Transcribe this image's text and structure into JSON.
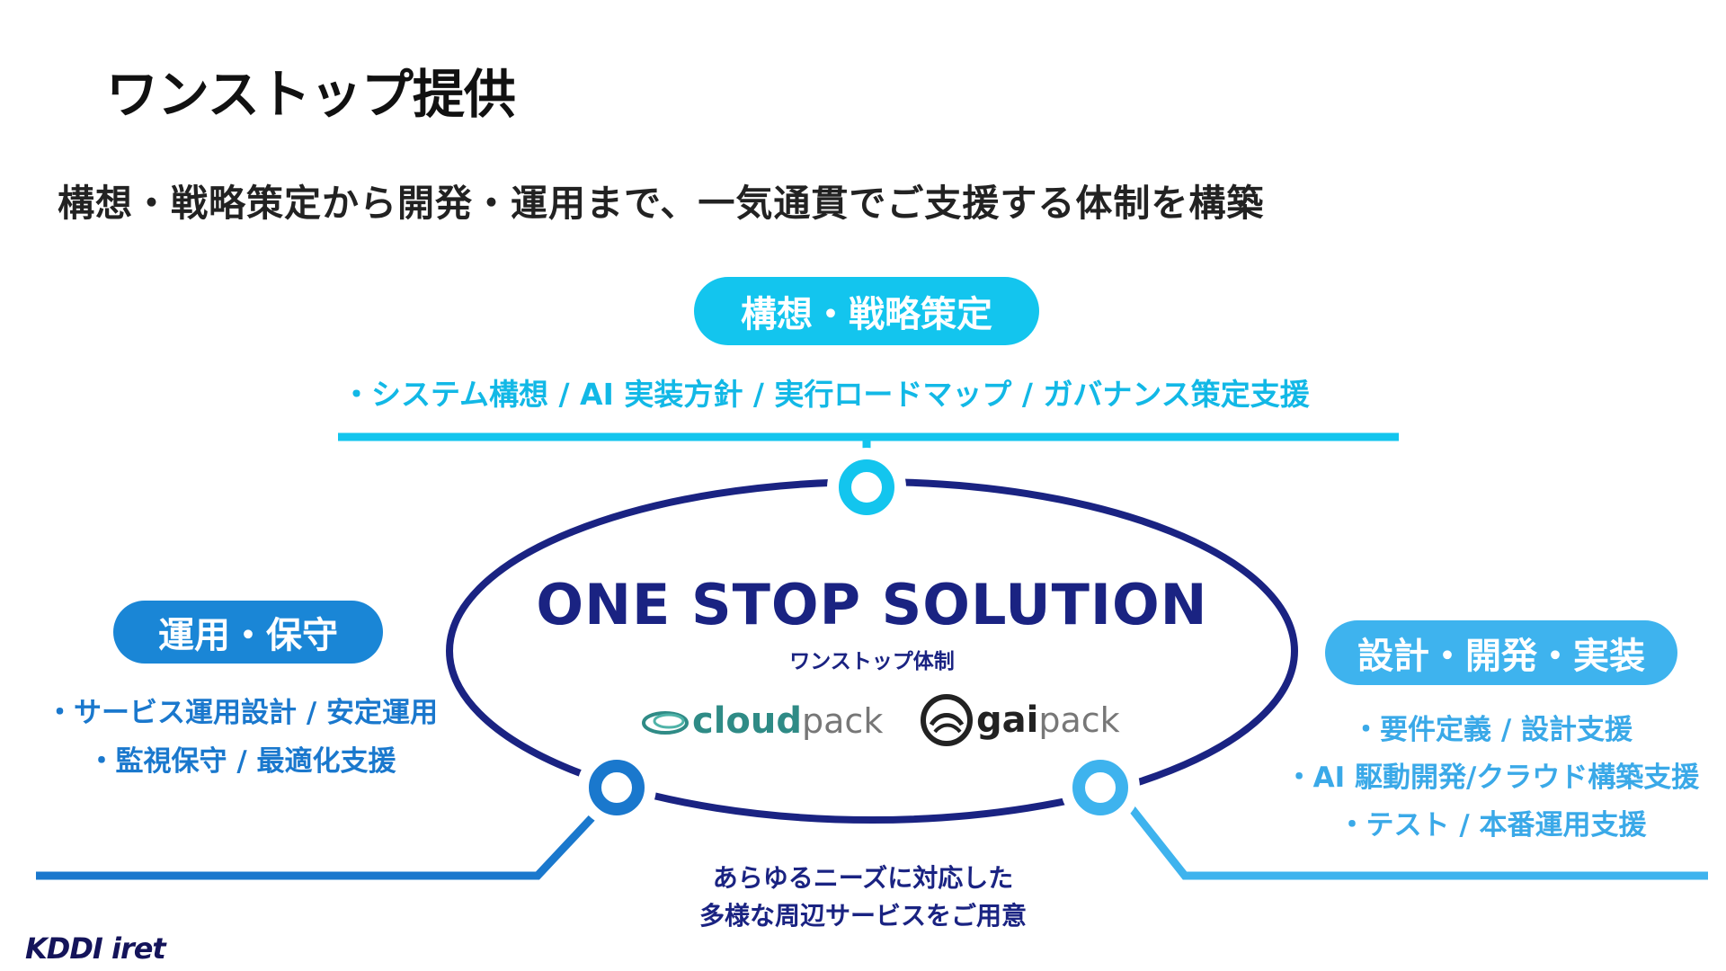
{
  "title": "ワンストップ提供",
  "subtitle": "構想・戦略策定から開発・運用まで、一気通貫でご支援する体制を構築",
  "center": {
    "title": "ONE STOP SOLUTION",
    "subtitle": "ワンストップ体制",
    "logos": [
      {
        "name": "cloudpack-logo",
        "bold": "cloud",
        "light": "pack"
      },
      {
        "name": "gaipack-logo",
        "bold": "gai",
        "light": "pack"
      }
    ]
  },
  "phases": {
    "top": {
      "label": "構想・戦略策定",
      "items": "・システム構想 / AI 実装方針 / 実行ロードマップ / ガバナンス策定支援",
      "color": "#13c5ee"
    },
    "left": {
      "label": "運用・保守",
      "items": [
        "・サービス運用設計 / 安定運用",
        "・監視保守 / 最適化支援"
      ],
      "color": "#1a86d6"
    },
    "right": {
      "label": "設計・開発・実装",
      "items": [
        "・要件定義 / 設計支援",
        "・AI 駆動開発/クラウド構築支援",
        "・テスト / 本番運用支援"
      ],
      "color": "#3eb3ee"
    }
  },
  "bottom_note": [
    "あらゆるニーズに対応した",
    "多様な周辺サービスをご用意"
  ],
  "brand": "KDDI iret",
  "colors": {
    "ellipse": "#1a2382",
    "navy": "#1a2382"
  }
}
